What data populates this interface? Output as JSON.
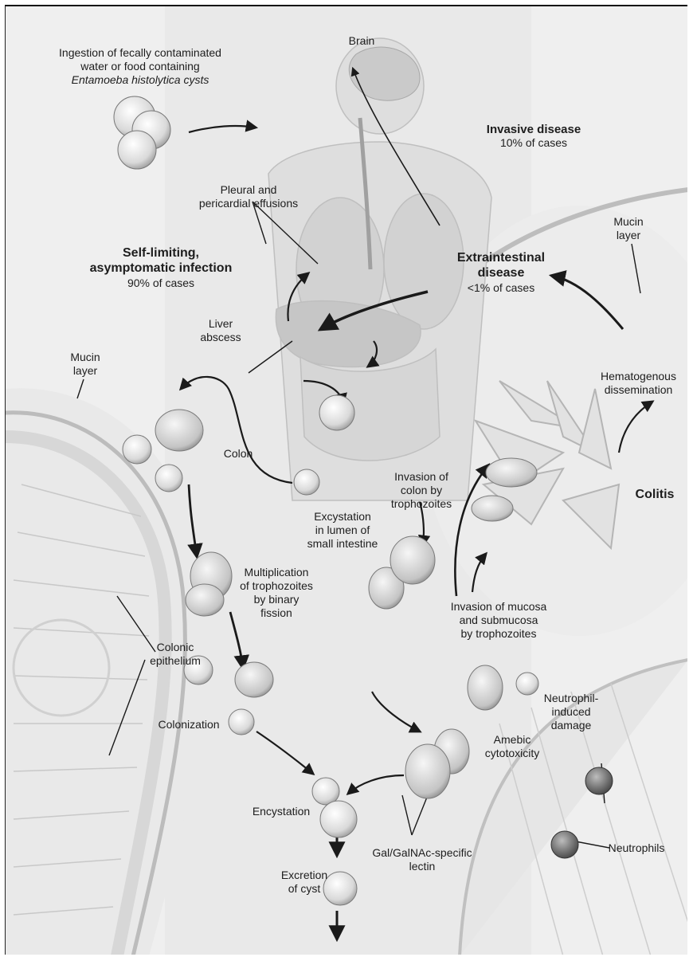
{
  "labels": {
    "ingestion": {
      "line1": "Ingestion of fecally contaminated",
      "line2": "water or food containing",
      "line3": "Entamoeba histolytica cysts"
    },
    "brain": "Brain",
    "invasive_disease": {
      "title": "Invasive disease",
      "pct": "10% of cases"
    },
    "pleural": {
      "line1": "Pleural and",
      "line2": "pericardial effusions"
    },
    "self_limiting": {
      "line1": "Self-limiting,",
      "line2": "asymptomatic infection",
      "pct": "90% of cases"
    },
    "extraintestinal": {
      "line1": "Extraintestinal",
      "line2": "disease",
      "pct": "<1% of cases"
    },
    "mucin_right": {
      "line1": "Mucin",
      "line2": "layer"
    },
    "liver": {
      "line1": "Liver",
      "line2": "abscess"
    },
    "mucin_left": {
      "line1": "Mucin",
      "line2": "layer"
    },
    "hematogenous": {
      "line1": "Hematogenous",
      "line2": "dissemination"
    },
    "colon": "Colon",
    "invasion_colon": {
      "line1": "Invasion of",
      "line2": "colon by",
      "line3": "trophozoites"
    },
    "colitis": "Colitis",
    "excystation": {
      "line1": "Excystation",
      "line2": "in lumen of",
      "line3": "small intestine"
    },
    "multiplication": {
      "line1": "Multiplication",
      "line2": "of trophozoites",
      "line3": "by binary",
      "line4": "fission"
    },
    "invasion_mucosa": {
      "line1": "Invasion of mucosa",
      "line2": "and submucosa",
      "line3": "by trophozoites"
    },
    "colonic_epithelium": {
      "line1": "Colonic",
      "line2": "epithelium"
    },
    "neutrophil_damage": {
      "line1": "Neutrophil-",
      "line2": "induced",
      "line3": "damage"
    },
    "colonization": "Colonization",
    "amebic": {
      "line1": "Amebic",
      "line2": "cytotoxicity"
    },
    "encystation": "Encystation",
    "neutrophils": "Neutrophils",
    "lectin": {
      "line1": "Gal/GalNAc-specific",
      "line2": "lectin"
    },
    "excretion": {
      "line1": "Excretion",
      "line2": "of cyst"
    }
  }
}
